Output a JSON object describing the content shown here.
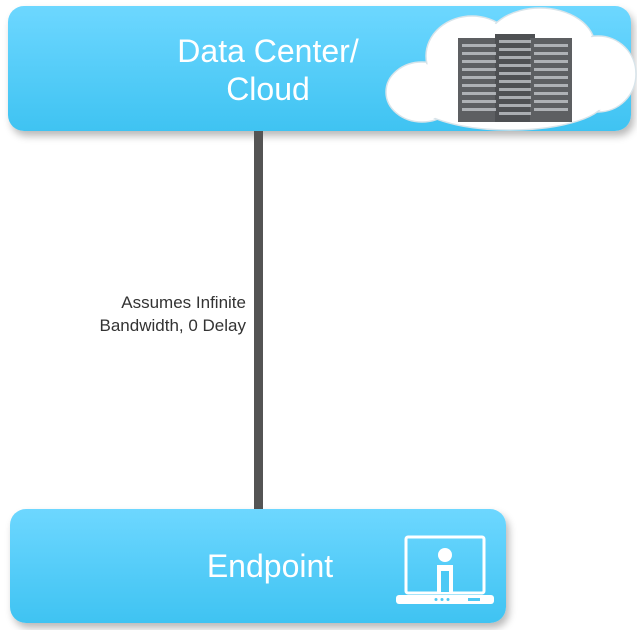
{
  "diagram": {
    "top_node": {
      "label": "Data Center/\nCloud",
      "icon": "cloud-servers-icon"
    },
    "link": {
      "caption": "Assumes Infinite\nBandwidth, 0 Delay"
    },
    "bottom_node": {
      "label": "Endpoint",
      "icon": "laptop-user-icon"
    }
  },
  "colors": {
    "node_fill": "#4cc9f5",
    "link": "#545454",
    "text_light": "#ffffff",
    "text_dark": "#333333"
  }
}
